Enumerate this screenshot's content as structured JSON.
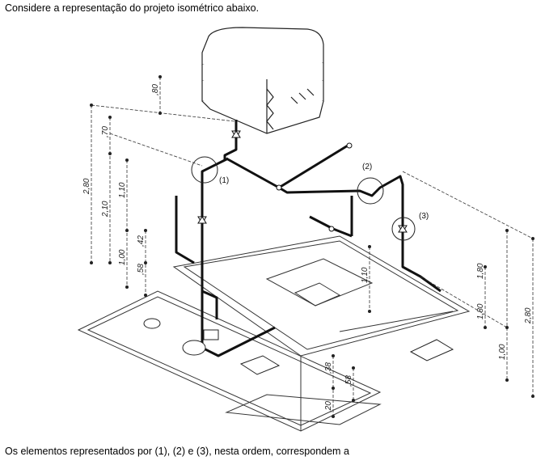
{
  "intro_text": "Considere a representação do projeto isométrico abaixo.",
  "question_text": "Os elementos representados por (1), (2) e (3), nesta ordem, correspondem a",
  "callouts": [
    "(1)",
    "(2)",
    "(3)"
  ],
  "dimensions": {
    "left_total": "2,80",
    "left_upper": ",70",
    "left_mid": "2,10",
    "left_inner": "1,10",
    "left_low": "1,00",
    "left_42": ",42",
    "left_58": ",58",
    "tank": ",80",
    "center_110": "1,10",
    "bottom_38": ",38",
    "bottom_58": ",58",
    "bottom_20": ",20",
    "right_180a": "1,80",
    "right_180b": "1,80",
    "right_100": "1,00",
    "right_total": "2,80"
  }
}
